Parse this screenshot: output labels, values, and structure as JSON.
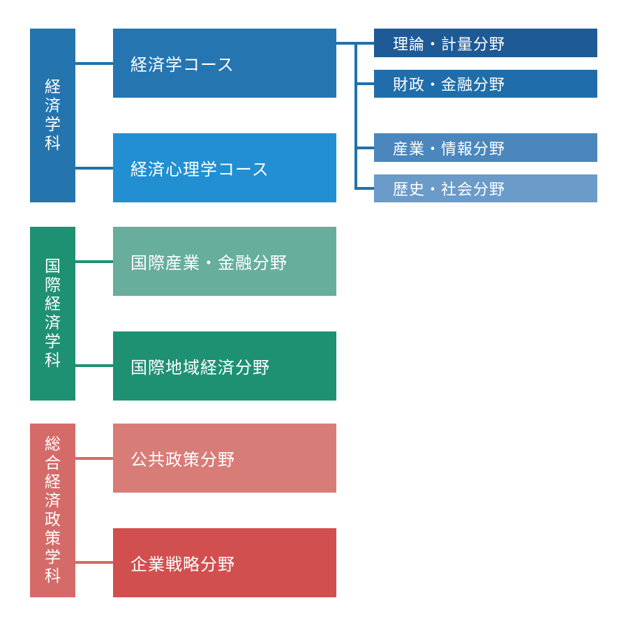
{
  "departments": [
    {
      "label": "経済学科",
      "color": "#2474ad",
      "children": [
        {
          "label": "経済学コース",
          "color": "#2575b1"
        },
        {
          "label": "経済心理学コース",
          "color": "#218fd2"
        }
      ]
    },
    {
      "label": "国際経済学科",
      "color": "#1f9173",
      "children": [
        {
          "label": "国際産業・金融分野",
          "color": "#67ae9c"
        },
        {
          "label": "国際地域経済分野",
          "color": "#1f9173"
        }
      ]
    },
    {
      "label": "総合経済政策学科",
      "color": "#d56b69",
      "children": [
        {
          "label": "公共政策分野",
          "color": "#d87c78"
        },
        {
          "label": "企業戦略分野",
          "color": "#d24f4f"
        }
      ]
    }
  ],
  "fields": [
    {
      "label": "理論・計量分野",
      "color": "#1d5a96"
    },
    {
      "label": "財政・金融分野",
      "color": "#1f6eab"
    },
    {
      "label": "産業・情報分野",
      "color": "#4b86bc"
    },
    {
      "label": "歴史・社会分野",
      "color": "#6a9bc9"
    }
  ]
}
